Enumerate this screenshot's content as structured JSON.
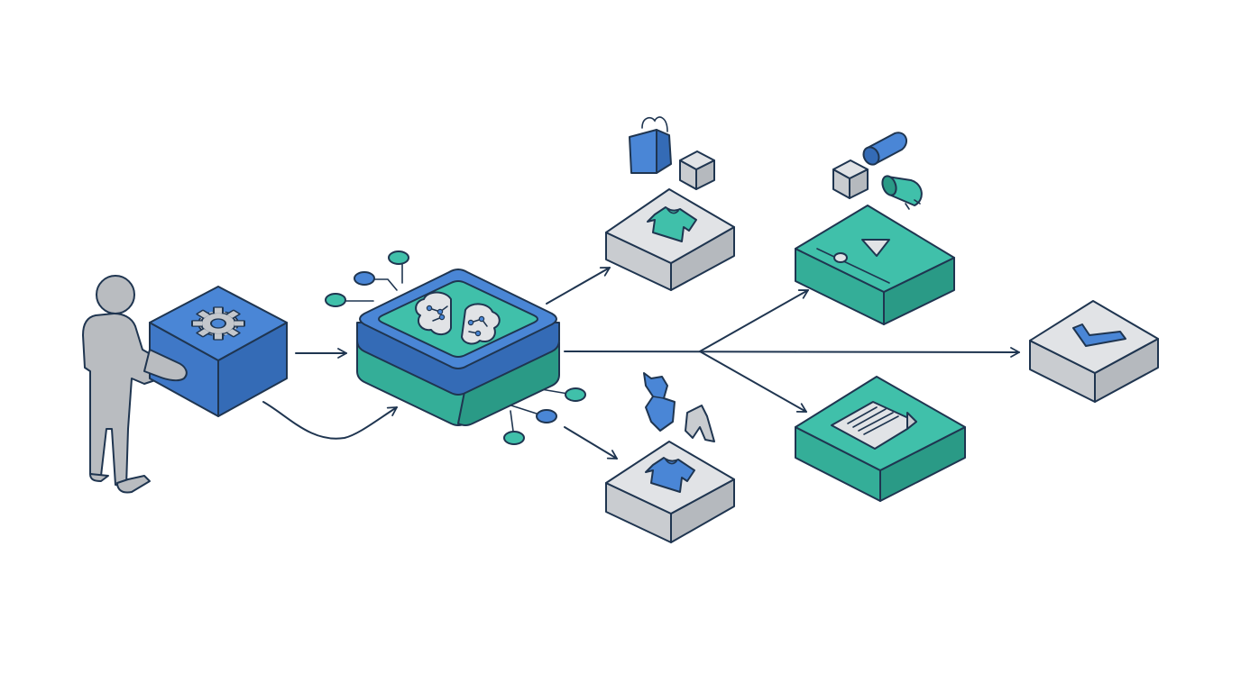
{
  "colors": {
    "outline": "#1f3550",
    "blue_top": "#4a86d6",
    "blue_left": "#3f78c7",
    "blue_right": "#346bb6",
    "teal_top": "#40c0aa",
    "teal_left": "#34ae98",
    "teal_right": "#2a9a86",
    "gray_top": "#e1e3e6",
    "gray_left": "#c9ccd0",
    "gray_right": "#b5b9be",
    "person": "#b9bcc0"
  },
  "nodes": [
    {
      "id": "operator",
      "icon": "person-icon"
    },
    {
      "id": "config-box",
      "icon": "gear-icon"
    },
    {
      "id": "ai-processor",
      "icon": "brain-icon"
    },
    {
      "id": "product-a",
      "icon": "tshirt-icon",
      "floating": [
        "shopping-bag-icon",
        "cube-icon"
      ]
    },
    {
      "id": "product-b",
      "icon": "tshirt-icon",
      "floating": [
        "dress-icon",
        "shorts-icon"
      ]
    },
    {
      "id": "media-output",
      "icon": "play-icon",
      "floating": [
        "cube-icon",
        "cylinder-icon",
        "can-icon"
      ]
    },
    {
      "id": "document-output",
      "icon": "document-icon"
    },
    {
      "id": "approval",
      "icon": "checkmark-icon"
    }
  ],
  "connections": [
    {
      "from": "config-box",
      "to": "ai-processor"
    },
    {
      "from": "operator",
      "to": "ai-processor"
    },
    {
      "from": "ai-processor",
      "to": "product-a"
    },
    {
      "from": "ai-processor",
      "to": "product-b"
    },
    {
      "from": "ai-processor",
      "to": "media-output"
    },
    {
      "from": "ai-processor",
      "to": "document-output"
    },
    {
      "from": "ai-processor",
      "to": "approval"
    }
  ]
}
